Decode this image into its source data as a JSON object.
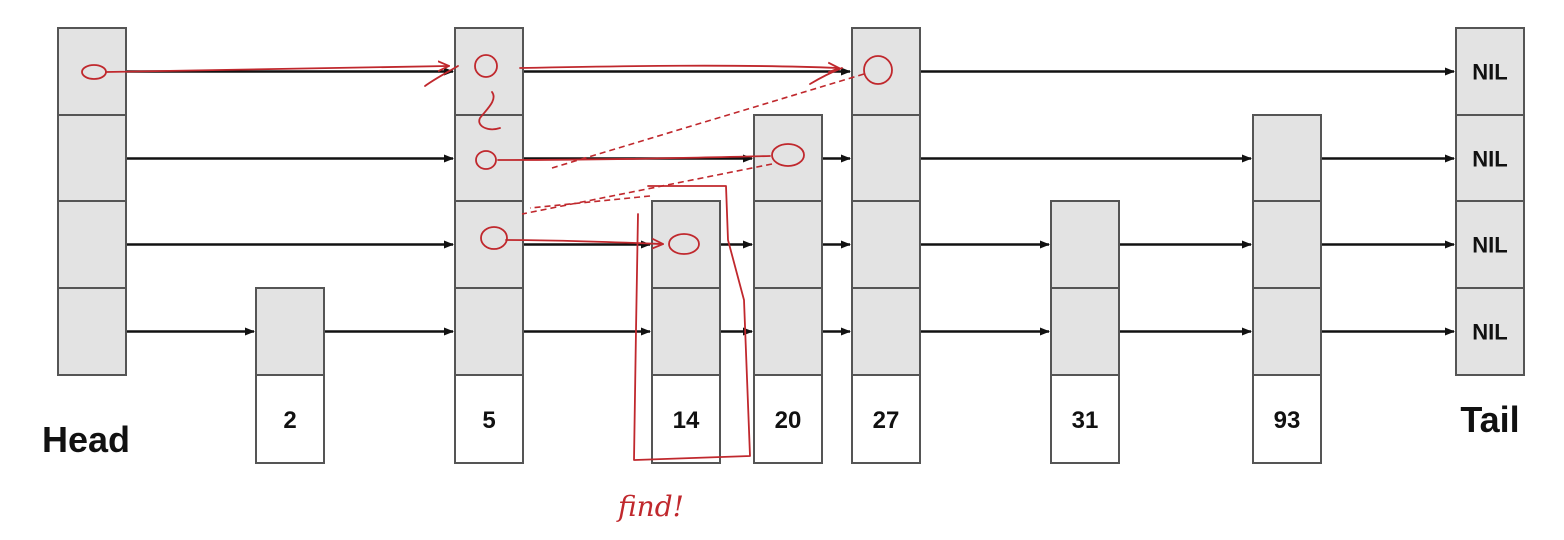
{
  "head": {
    "label": "Head"
  },
  "tail": {
    "label": "Tail",
    "nil_label": "NIL",
    "levels": 4
  },
  "nodes": [
    {
      "key": "2",
      "levels": 1
    },
    {
      "key": "5",
      "levels": 4
    },
    {
      "key": "14",
      "levels": 2
    },
    {
      "key": "20",
      "levels": 3
    },
    {
      "key": "27",
      "levels": 4
    },
    {
      "key": "31",
      "levels": 2
    },
    {
      "key": "93",
      "levels": 3
    }
  ],
  "annotation": {
    "text": "find!",
    "color": "#c0282d"
  }
}
